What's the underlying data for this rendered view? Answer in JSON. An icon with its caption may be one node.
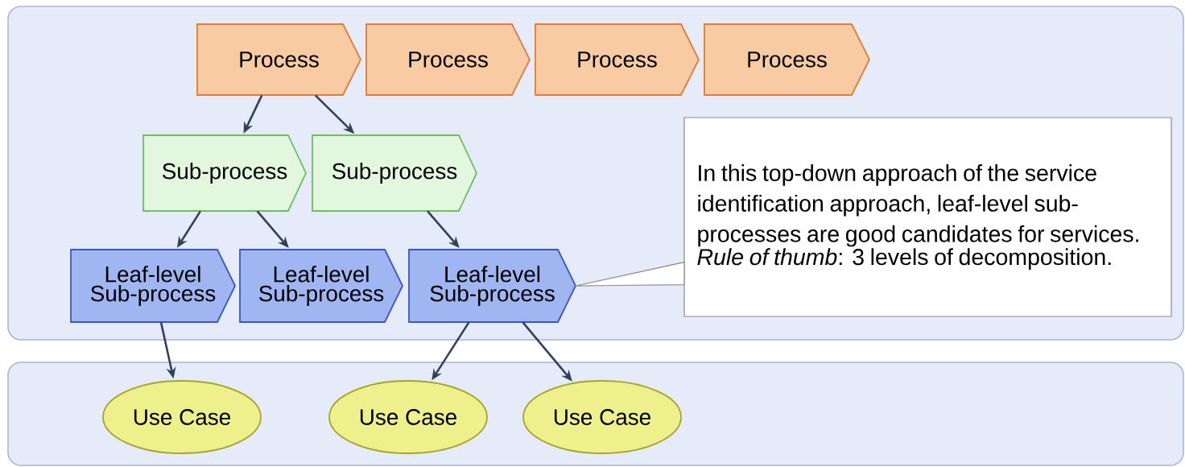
{
  "diagram": {
    "nodes": [
      {
        "text": [],
        "shape": "band"
      },
      {
        "text": [],
        "shape": "band"
      },
      {
        "text": [
          "Process"
        ],
        "in": 0
      },
      {
        "text": [
          "Process"
        ],
        "in": 0
      },
      {
        "text": [
          "Process"
        ],
        "in": 0
      },
      {
        "text": [
          "Process"
        ],
        "in": 0
      },
      {
        "text": [
          "Sub-process"
        ],
        "in": 0
      },
      {
        "text": [
          "Sub-process"
        ],
        "in": 0
      },
      {
        "text": [
          "Leaf-level Sub-process"
        ],
        "in": 0
      },
      {
        "text": [
          "Leaf-level Sub-process"
        ],
        "in": 0
      },
      {
        "text": [
          "Leaf-level Sub-process"
        ],
        "in": 0
      },
      {
        "text": [
          "In this top-down approach of the service identification approach, leaf-level sub-processes are good candidates for services.",
          "*Rule of thumb*: 3 levels of decomposition."
        ],
        "in": 0
      },
      {
        "text": [
          "Use Case"
        ],
        "in": 1
      },
      {
        "text": [
          "Use Case"
        ],
        "in": 1
      },
      {
        "text": [
          "Use Case"
        ],
        "in": 1
      }
    ],
    "edges": [
      {
        "from": 2,
        "to": 6,
        "arrow": "to"
      },
      {
        "from": 2,
        "to": 7,
        "arrow": "to"
      },
      {
        "from": 6,
        "to": 8,
        "arrow": "to"
      },
      {
        "from": 6,
        "to": 9,
        "arrow": "to"
      },
      {
        "from": 7,
        "to": 10,
        "arrow": "to"
      },
      {
        "from": 8,
        "to": 12,
        "arrow": "to"
      },
      {
        "from": 10,
        "to": 13,
        "arrow": "to"
      },
      {
        "from": 10,
        "to": 14,
        "arrow": "to"
      },
      {
        "from": 11,
        "to": 10,
        "arrow": "none"
      }
    ]
  }
}
